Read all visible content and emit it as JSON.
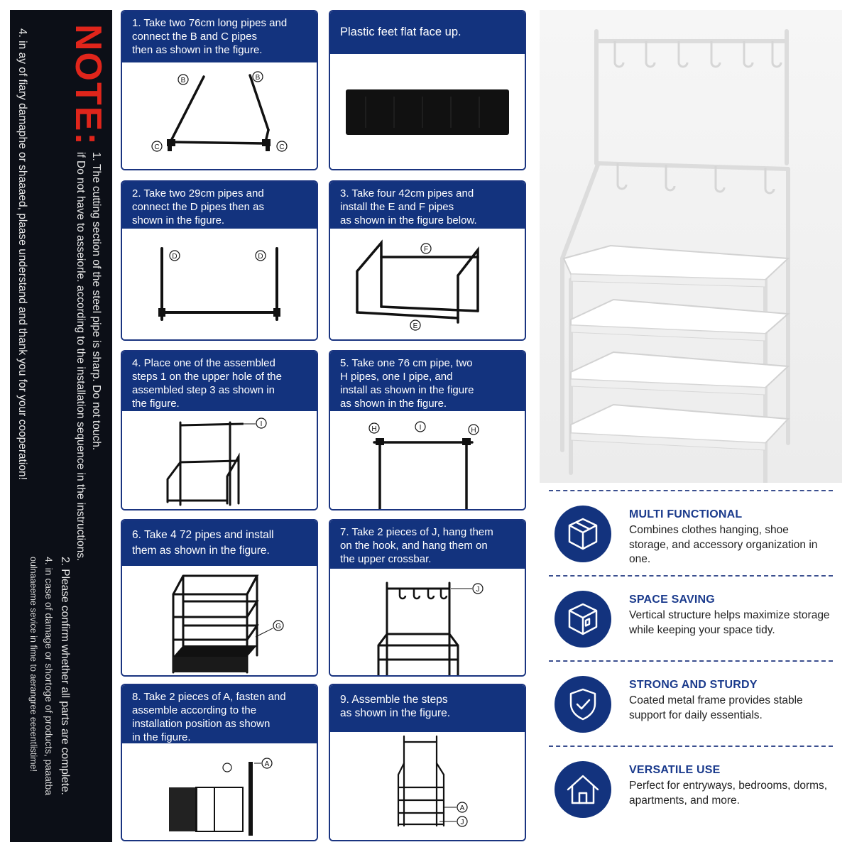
{
  "note": {
    "title": "NOTE:",
    "line1": "1. The cutting section of the steel pipe is sharp. Do not touch.",
    "line1b": "if Do not have to asseiorle. according to the installation sequence in the instructions.",
    "line2": "2. Please confirm whether all parts are complete.",
    "line4a": "4. in case of damage or shortoge of products, paaatba",
    "line4b": "oulnaaeeme sevice in fime to aerangree eeeentlistime!",
    "line_full": "4. in ay of fiary damaphe or shaaaed, plaase understand and thank you for your cooperation!"
  },
  "steps": [
    {
      "text": "1. Take two 76cm long pipes and\n    connect the B and C pipes\n    then as shown in the figure.",
      "labels": [
        "B",
        "B",
        "C",
        "C"
      ]
    },
    {
      "text": "Plastic feet flat face up.",
      "labels": []
    },
    {
      "text": "2. Take two 29cm pipes and\n    connect the D pipes then as\n    shown in the figure.",
      "labels": [
        "D",
        "D"
      ]
    },
    {
      "text": "3. Take four 42cm pipes and\n    install the E and F pipes\n    as shown in the figure below.",
      "labels": [
        "F",
        "E"
      ]
    },
    {
      "text": "4. Place one of the assembled\n    steps 1 on the upper hole of the\n    assembled step 3 as shown in\n    the figure.",
      "labels": [
        "I"
      ]
    },
    {
      "text": "5. Take one 76 cm pipe, two\n    H pipes, one I pipe, and\n    install as shown in the figure\n    as shown in the figure.",
      "labels": [
        "H",
        "I",
        "H"
      ]
    },
    {
      "text": "6. Take 4 72 pipes and install\n    them as shown in the figure.",
      "labels": [
        "G"
      ]
    },
    {
      "text": "7. Take 2 pieces of J, hang them\n    on the hook, and hang them on\n    the upper crossbar.",
      "labels": [
        "J"
      ]
    },
    {
      "text": "8. Take 2 pieces of A, fasten and\n    assemble according to the\n    installation position as shown\n    in the figure.",
      "labels": [
        "A"
      ]
    },
    {
      "text": "9. Assemble the steps\n    as shown in the figure.",
      "labels": [
        "A",
        "J"
      ]
    }
  ],
  "features": [
    {
      "title": "MULTI FUNCTIONAL",
      "desc": "Combines clothes hanging, shoe storage, and accessory organization in one.",
      "icon": "box-icon"
    },
    {
      "title": "SPACE SAVING",
      "desc": "Vertical structure helps maximize storage while keeping your space tidy.",
      "icon": "package-icon"
    },
    {
      "title": "STRONG AND STURDY",
      "desc": "Coated metal frame provides stable support for daily essentials.",
      "icon": "shield-check-icon"
    },
    {
      "title": "VERSATILE USE",
      "desc": "Perfect for entryways, bedrooms, dorms, apartments, and more.",
      "icon": "house-icon"
    }
  ],
  "colors": {
    "panel": "#0c0f17",
    "note_red": "#e0251b",
    "navy": "#13337e"
  }
}
